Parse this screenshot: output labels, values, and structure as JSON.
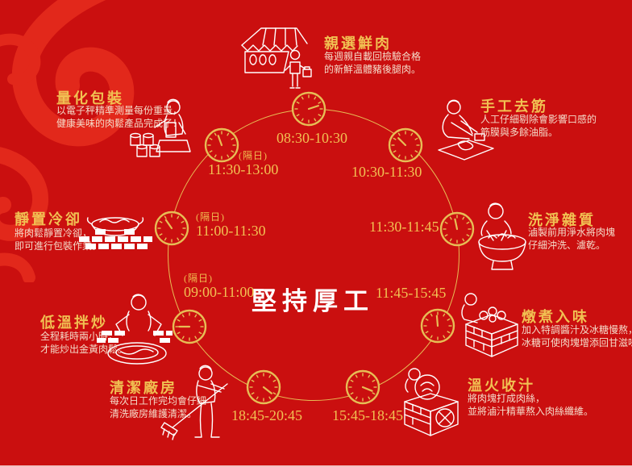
{
  "center_title": "堅持厚工",
  "colors": {
    "background": "#ca0f0f",
    "swirl": "#e2281b",
    "gold": "#f1c052",
    "ring_gold": "#e7bd55",
    "description_text": "#f4dbc9",
    "center_title_text": "#ffffff",
    "illustration_line": "#ffffff"
  },
  "steps": [
    {
      "title": "親選鮮肉",
      "desc": [
        "每週親自載回檢驗合格",
        "的新鮮溫體豬後腿肉。"
      ],
      "time": "08:30-10:30",
      "hand_angle": 72,
      "illustration": "market-stall-icon"
    },
    {
      "title": "手工去筋",
      "desc": [
        "人工仔細剔除會影響口感的",
        "筋膜與多餘油脂。"
      ],
      "time": "10:30-11:30",
      "hand_angle": 315,
      "illustration": "trimming-meat-icon"
    },
    {
      "title": "洗淨雜質",
      "desc": [
        "滷製前用淨水將肉塊",
        "仔細沖洗、濾乾。"
      ],
      "time": "11:30-11:45",
      "hand_angle": 348,
      "illustration": "washing-basin-icon"
    },
    {
      "title": "燉煮入味",
      "desc": [
        "加入特調醬汁及冰糖慢熬，",
        "冰糖可使肉塊增添回甘滋味。"
      ],
      "time": "11:45-15:45",
      "hand_angle": 355,
      "illustration": "brick-stove-pot-icon"
    },
    {
      "title": "溫火收汁",
      "desc": [
        "將肉塊打成肉絲，",
        "並將滷汁精華熬入肉絲纖維。"
      ],
      "time": "15:45-18:45",
      "hand_angle": 112,
      "illustration": "brick-stove-wheel-icon"
    },
    {
      "title": "清潔廠房",
      "desc": [
        "每次日工作完均會仔細",
        "清洗廠房維護清潔。"
      ],
      "time": "18:45-20:45",
      "hand_angle": 128,
      "illustration": "mopping-floor-icon"
    },
    {
      "title": "低溫拌炒",
      "desc": [
        "全程耗時兩小時，",
        "才能炒出金黃肉鬆。"
      ],
      "time": "09:00-11:00",
      "day_note": "(隔日)",
      "hand_angle": 270,
      "illustration": "wok-stir-fry-icon"
    },
    {
      "title": "靜置冷卻",
      "desc": [
        "將肉鬆靜置冷卻，",
        "即可進行包裝作業。"
      ],
      "time": "11:00-11:30",
      "day_note": "(隔日)",
      "hand_angle": 325,
      "illustration": "cooling-wok-icon"
    },
    {
      "title": "量化包裝",
      "desc": [
        "以電子秤精準測量每份重量，",
        "健康美味的肉鬆產品完成了！"
      ],
      "time": "11:30-13:00",
      "day_note": "(隔日)",
      "hand_angle": 340,
      "illustration": "packing-scale-icon"
    }
  ]
}
